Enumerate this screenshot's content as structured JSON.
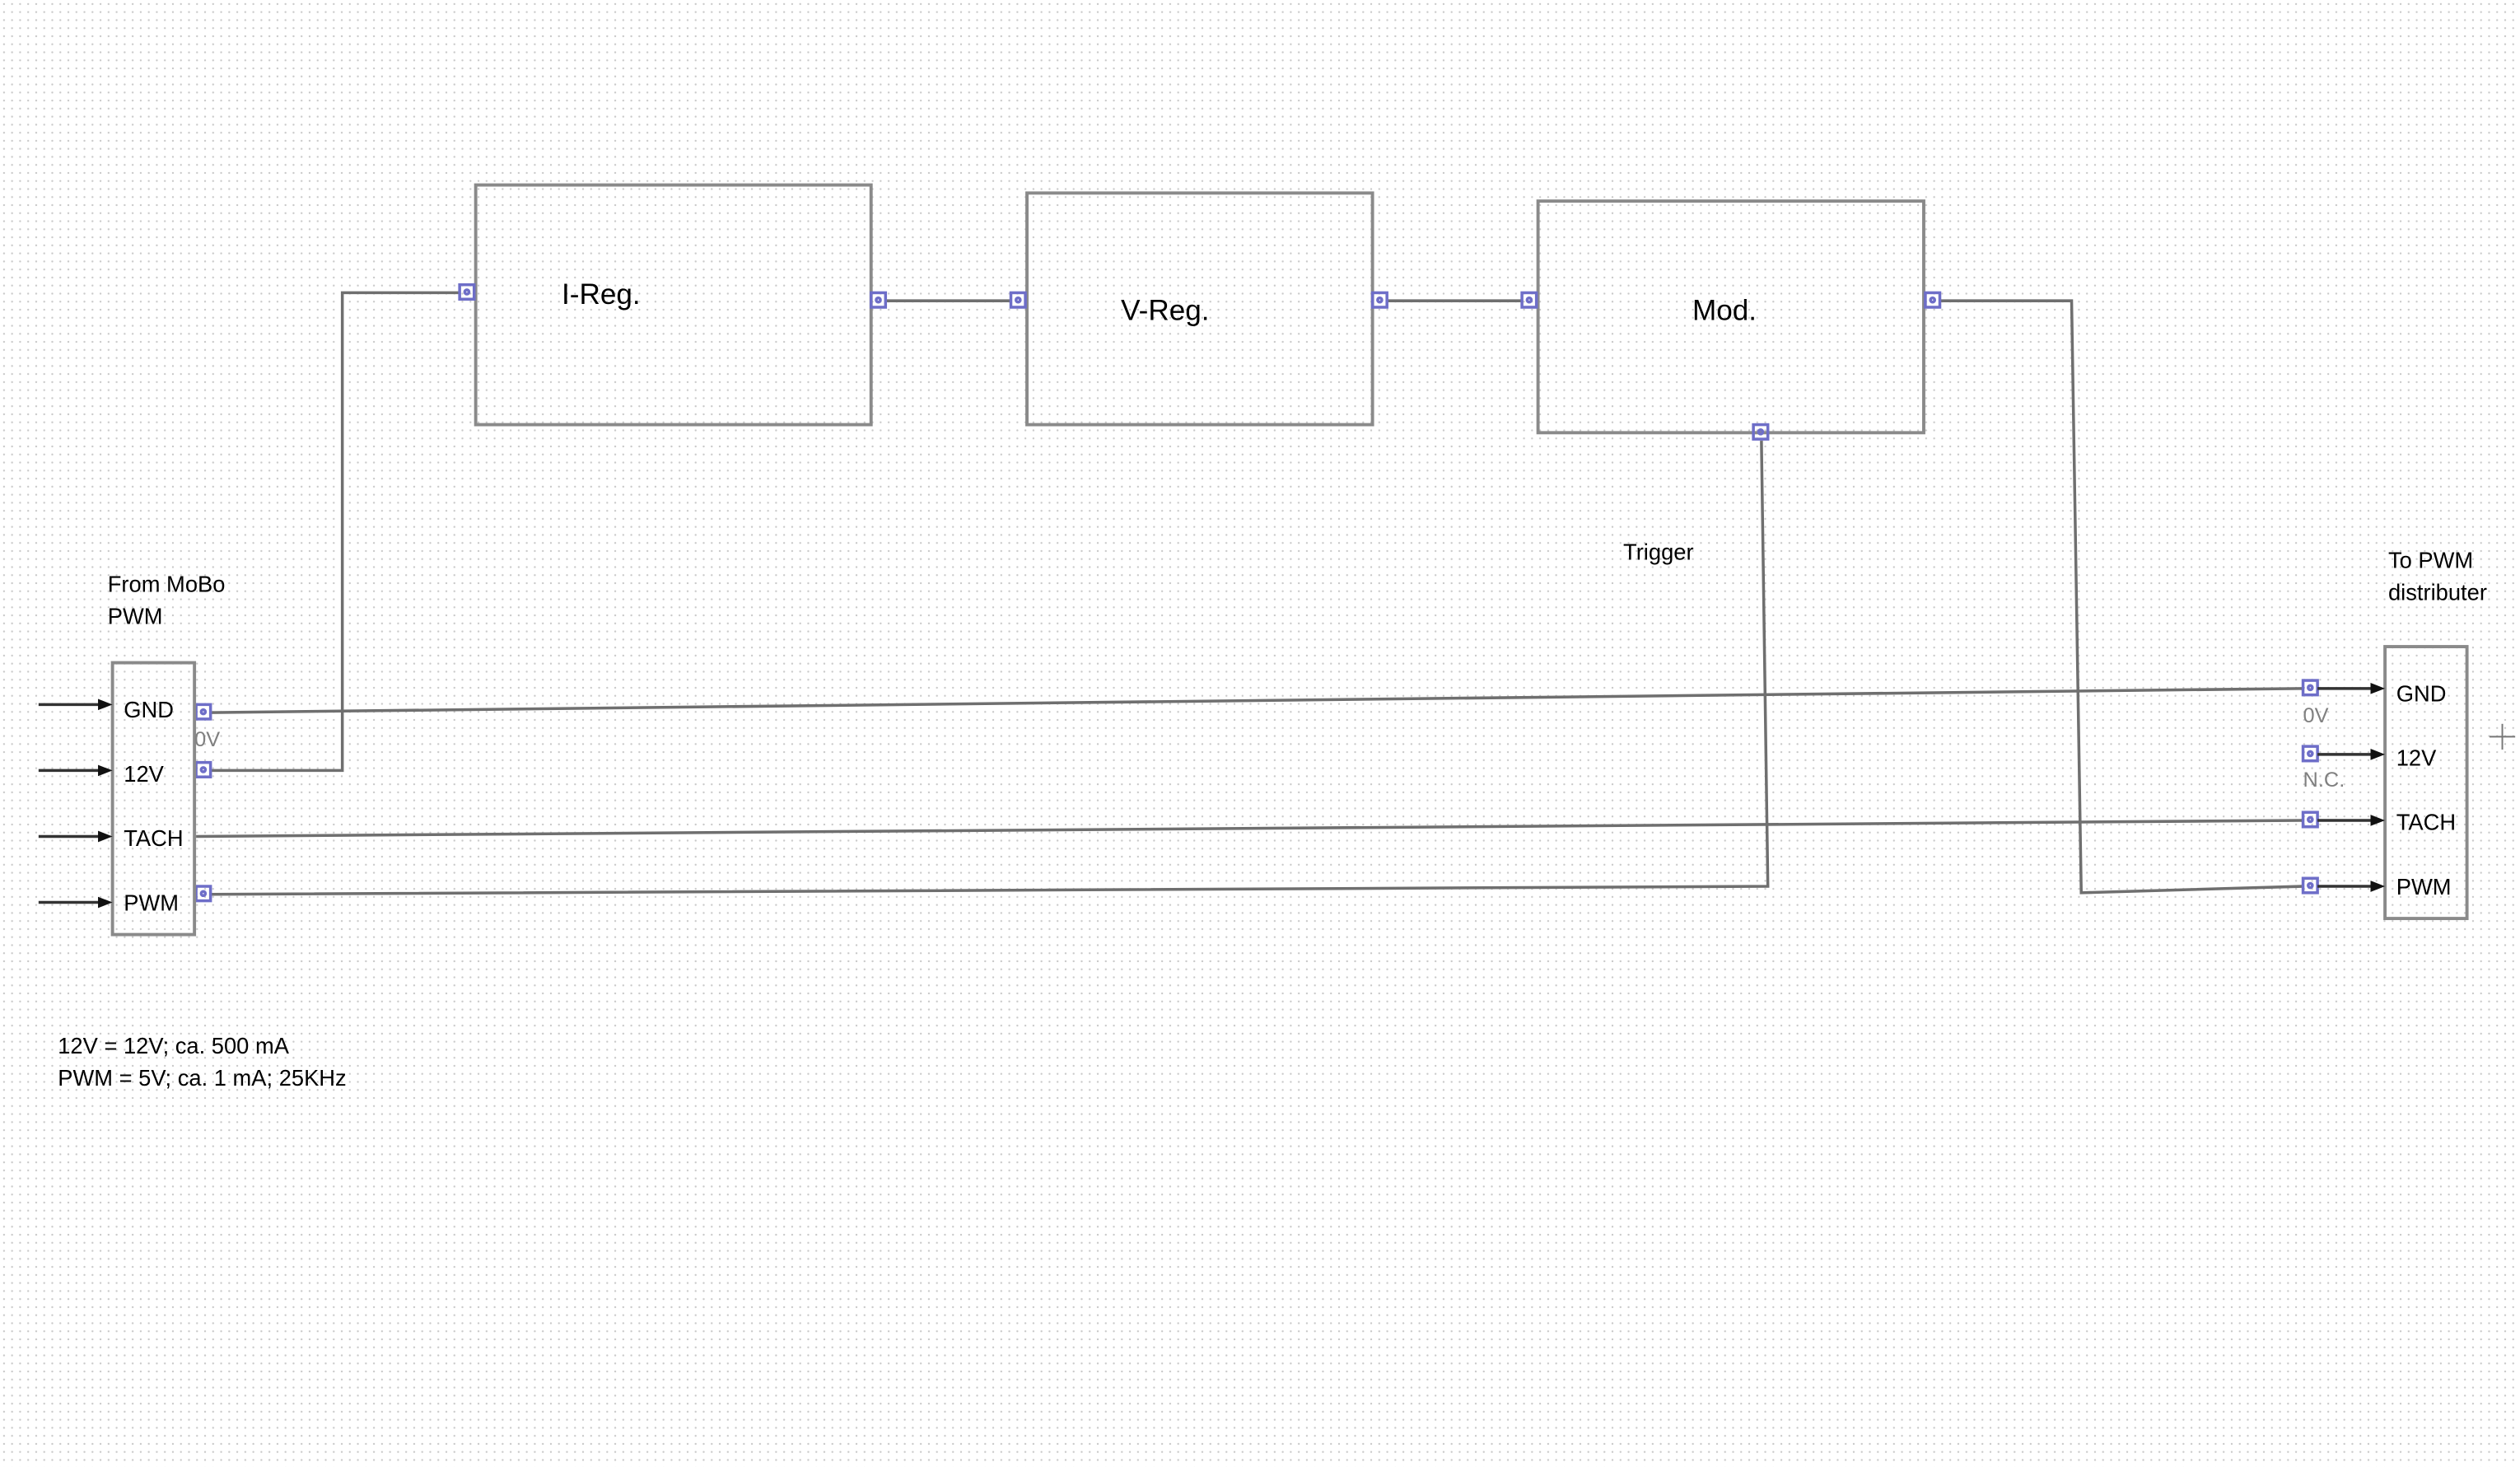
{
  "blocks": {
    "ireg": "I-Reg.",
    "vreg": "V-Reg.",
    "mod": "Mod."
  },
  "labels": {
    "source_title_line1": "From MoBo",
    "source_title_line2": "PWM",
    "dest_title_line1": "To PWM",
    "dest_title_line2": "distributer",
    "trigger": "Trigger",
    "note_line1": "12V = 12V; ca. 500 mA",
    "note_line2": "PWM = 5V; ca. 1 mA; 25KHz"
  },
  "source_connector": {
    "pins": [
      "GND",
      "12V",
      "TACH",
      "PWM"
    ],
    "annotation_gnd": "0V"
  },
  "dest_connector": {
    "pins": [
      "GND",
      "12V",
      "TACH",
      "PWM"
    ],
    "annotation_gnd": "0V",
    "annotation_12v": "N.C."
  },
  "colors": {
    "background": "#ffffff",
    "grid_dots": "#c9c9c9",
    "port_marker": "#6e6ec8",
    "wire": "#6f6f6f",
    "box_outline": "#8a8a8a"
  }
}
